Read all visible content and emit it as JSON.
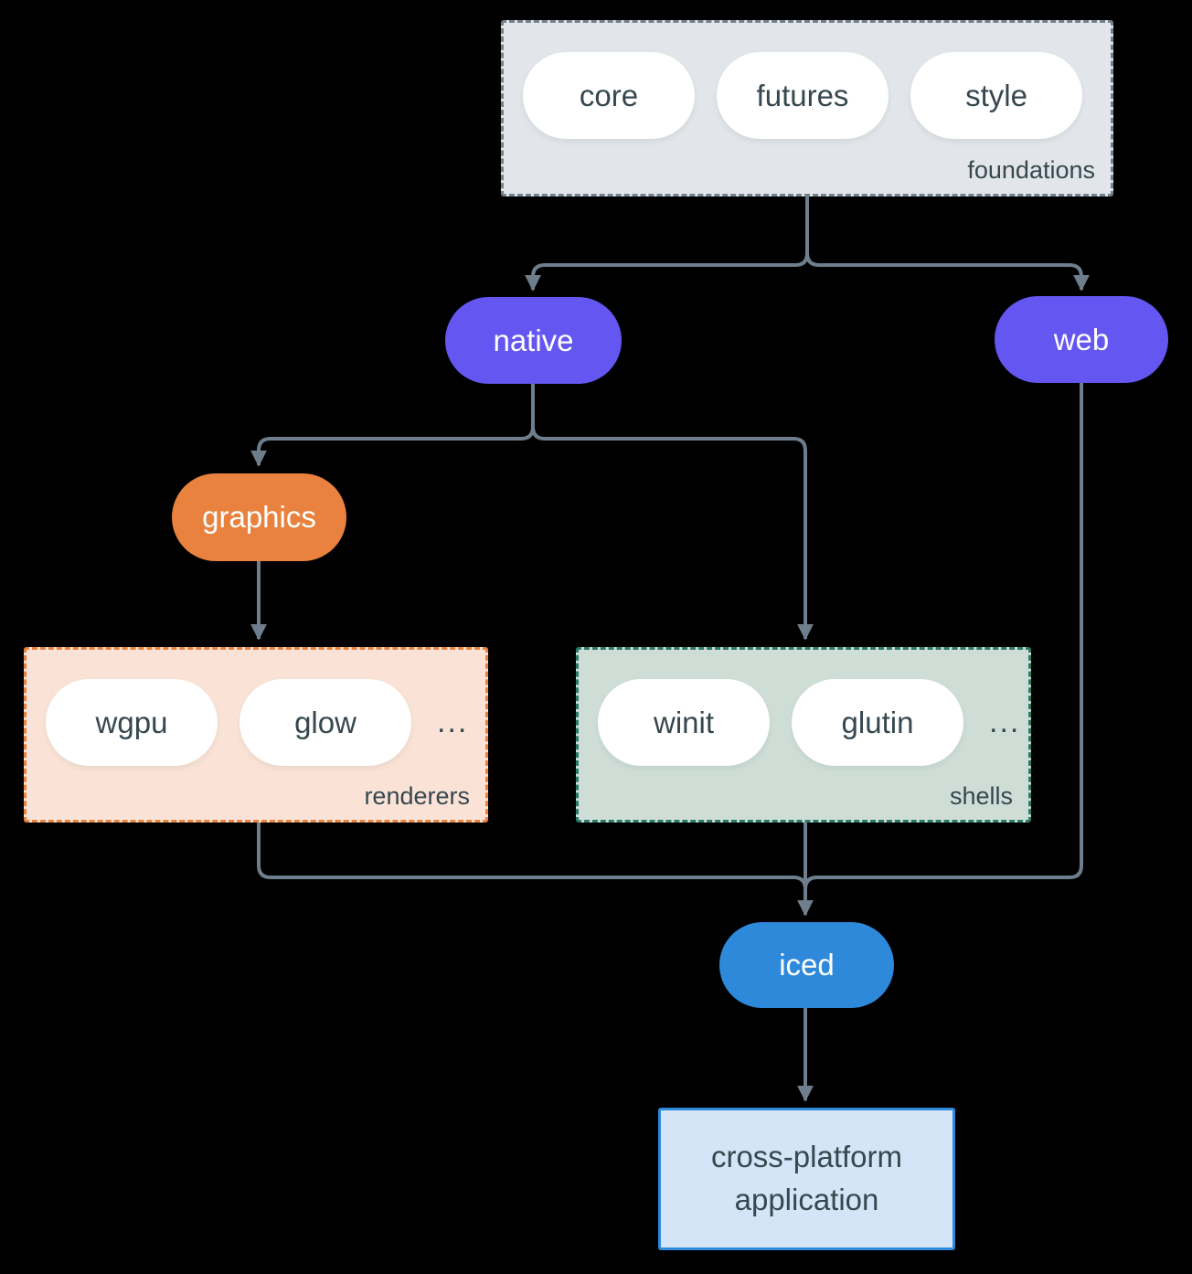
{
  "groups": {
    "foundations": {
      "label": "foundations",
      "pills": [
        "core",
        "futures",
        "style"
      ]
    },
    "renderers": {
      "label": "renderers",
      "pills": [
        "wgpu",
        "glow"
      ],
      "ellipsis": "..."
    },
    "shells": {
      "label": "shells",
      "pills": [
        "winit",
        "glutin"
      ],
      "ellipsis": "..."
    }
  },
  "nodes": {
    "native": "native",
    "web": "web",
    "graphics": "graphics",
    "iced": "iced",
    "application": "cross-platform application"
  },
  "colors": {
    "background": "#000000",
    "arrow": "#6E7E8C",
    "text_dark": "#37474F",
    "text_light": "#FFFFFF",
    "purple": "#6456F0",
    "orange": "#E8823E",
    "blue": "#2E89DB",
    "pill_fill": "#FFFFFF",
    "foundations_fill": "#E2E5E9",
    "foundations_border": "#74828E",
    "renderers_fill": "#FAE3D6",
    "renderers_border": "#E8823E",
    "shells_fill": "#CEDED7",
    "shells_border": "#2B7A6A",
    "application_fill": "#D3E5F6",
    "application_border": "#2E89DB"
  }
}
